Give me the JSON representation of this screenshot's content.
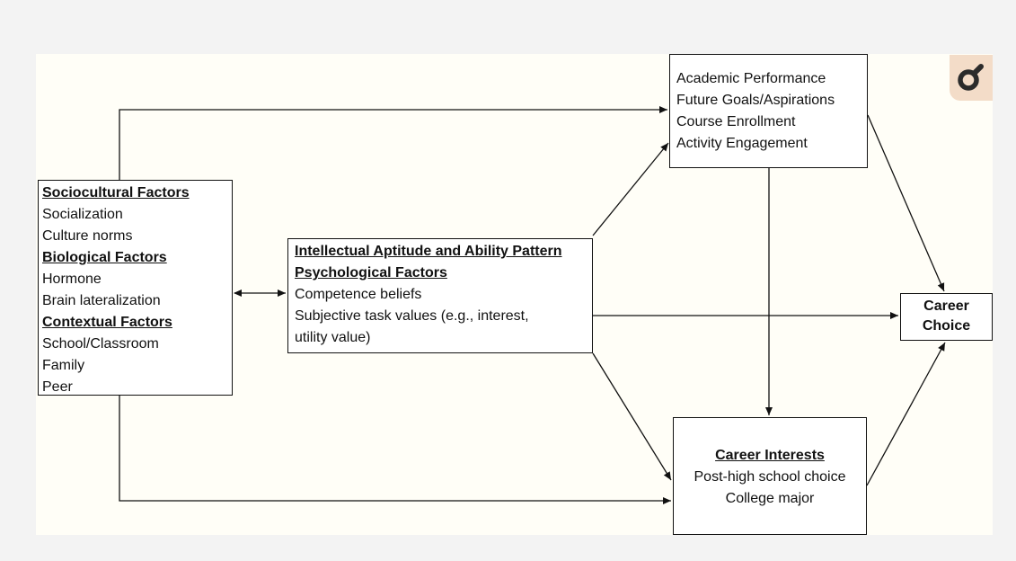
{
  "diagram": {
    "left_box": {
      "sections": [
        {
          "header": "Sociocultural Factors",
          "items": [
            "Socialization",
            "Culture norms"
          ]
        },
        {
          "header": "Biological Factors",
          "items": [
            "Hormone",
            "Brain lateralization"
          ]
        },
        {
          "header": "Contextual Factors",
          "items": [
            "School/Classroom",
            "Family",
            "Peer"
          ]
        }
      ]
    },
    "middle_box": {
      "header1": "Intellectual Aptitude and Ability Pattern",
      "header2": "Psychological Factors",
      "items": [
        "Competence beliefs",
        "Subjective task values (e.g., interest,",
        "utility value)"
      ]
    },
    "outcomes_box": {
      "items": [
        "Academic Performance",
        "Future Goals/Aspirations",
        "Course Enrollment",
        "Activity Engagement"
      ]
    },
    "interests_box": {
      "header": "Career Interests",
      "items": [
        "Post-high school choice",
        "College major"
      ]
    },
    "career_box": {
      "line1": "Career",
      "line2": "Choice"
    }
  },
  "logo": {
    "icon": "magnifier-logo-icon",
    "accent": "#f3dcc8"
  }
}
